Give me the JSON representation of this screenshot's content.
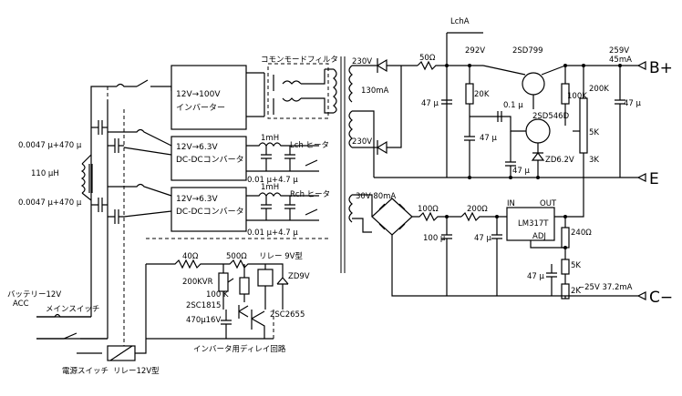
{
  "blocks": {
    "inverter": {
      "line1": "12V→100V",
      "line2": "インバーター"
    },
    "dcdc_l": {
      "line1": "12V→6.3V",
      "line2": "DC-DCコンバータ"
    },
    "dcdc_r": {
      "line1": "12V→6.3V",
      "line2": "DC-DCコンバータ"
    }
  },
  "labels": {
    "common_mode": "コモンモードフィルタ",
    "lch_heater": "Lch ヒータ",
    "rch_heater": "Rch ヒータ",
    "inductor_1mh_a": "1mH",
    "inductor_1mh_b": "1mH",
    "cap_heater_l": "0.01 μ+4.7 μ",
    "cap_heater_r": "0.01 μ+4.7 μ",
    "cap_in_top": "0.0047 μ+470 μ",
    "inductor_110uh": "110 μH",
    "cap_in_bot": "0.0047 μ+470 μ",
    "battery": "バッテリー12V",
    "acc": "ACC",
    "main_switch": "メインスイッチ",
    "power_switch": "電源スイッチ",
    "relay_12v": "リレー12V型",
    "delay_circuit": "インバータ用ディレイ回路",
    "r_40": "40Ω",
    "r_500": "500Ω",
    "relay_9v": "リレー 9V型",
    "zd9v": "ZD9V",
    "vr_200k": "200KVR",
    "r_100k_d": "100 K",
    "q_2sc1815": "2SC1815",
    "c_470u": "470μ16V",
    "q_2sc2655": "2SC2655",
    "sec_230a": "230V",
    "sec_230b": "230V",
    "i_130ma": "130mA",
    "lch_a": "LchA",
    "r_50": "50Ω",
    "v_292": "292V",
    "q_2sd799": "2SD799",
    "v_259": "259V",
    "i_45ma": "45mA",
    "b_plus": "B+",
    "c_47_1": "47 μ",
    "r_20k": "20K",
    "c_01u": "0.1 μ",
    "r_100k": "100K",
    "r_200k": "200K",
    "c_47_right": "47 μ",
    "q_2sd546d": "2SD546D",
    "c_47_2": "47 μ",
    "vr_5k": "5K",
    "zd_62": "ZD6.2V",
    "c_47_3": "47 μ",
    "r_3k": "3K",
    "e": "E",
    "sec_30v": "30V 80mA",
    "r_100": "100Ω",
    "r_200": "200Ω",
    "c_100u": "100 μ",
    "c_47_4": "47 μ",
    "reg_in": "IN",
    "reg_out": "OUT",
    "reg_name": "LM317T",
    "reg_adj": "ADJ",
    "r_240": "240Ω",
    "vr_5k_b": "5K",
    "c_47_5": "47 μ",
    "r_2k": "2K",
    "v_neg25": "−25V 37.2mA",
    "c_minus": "C−"
  }
}
